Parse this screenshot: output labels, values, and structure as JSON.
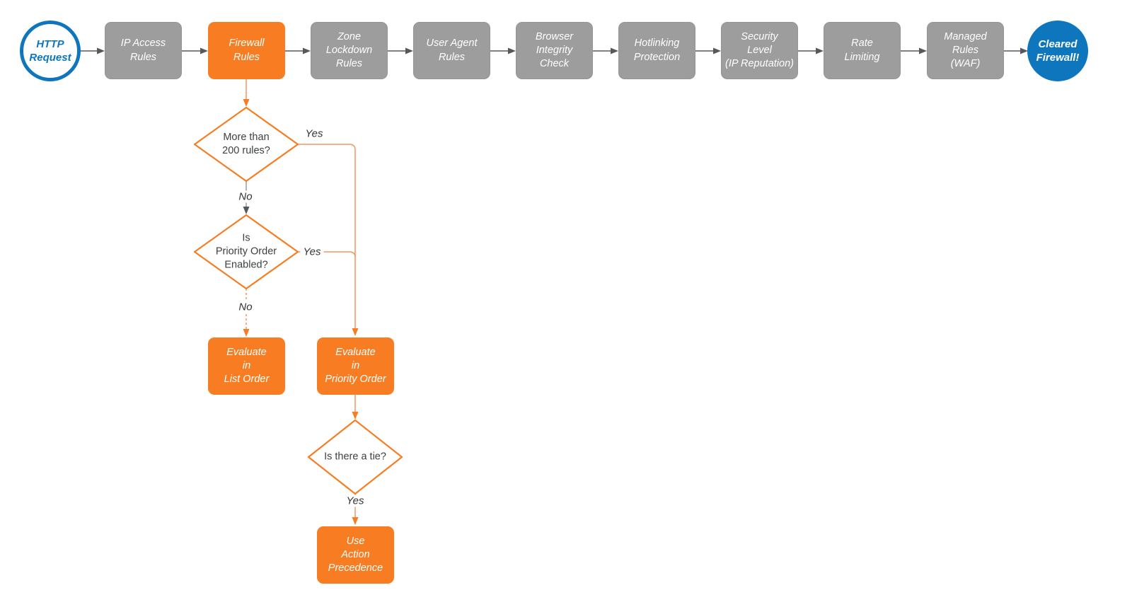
{
  "colors": {
    "accent_orange": "#f87d22",
    "connector_orange": "#f69465",
    "node_gray": "#9d9d9d",
    "brand_blue": "#0e76bd",
    "arrow_gray": "#56585b",
    "text_dark": "#3c4043"
  },
  "pipeline": {
    "start": {
      "label": "HTTP\nRequest"
    },
    "stages": [
      {
        "label": "IP Access\nRules"
      },
      {
        "label": "Firewall\nRules"
      },
      {
        "label": "Zone\nLockdown\nRules"
      },
      {
        "label": "User Agent\nRules"
      },
      {
        "label": "Browser\nIntegrity\nCheck"
      },
      {
        "label": "Hotlinking\nProtection"
      },
      {
        "label": "Security\nLevel\n(IP Reputation)"
      },
      {
        "label": "Rate\nLimiting"
      },
      {
        "label": "Managed\nRules\n(WAF)"
      }
    ],
    "end": {
      "label": "Cleared\nFirewall!"
    }
  },
  "branch": {
    "decisions": [
      {
        "label": "More than\n200 rules?"
      },
      {
        "label": "Is\nPriority Order\nEnabled?"
      },
      {
        "label": "Is there a tie?"
      }
    ],
    "actions": [
      {
        "label": "Evaluate\nin\nList Order"
      },
      {
        "label": "Evaluate\nin\nPriority Order"
      },
      {
        "label": "Use\nAction\nPrecedence"
      }
    ],
    "edges": {
      "yes1": "Yes",
      "no1": "No",
      "yes2": "Yes",
      "no2": "No",
      "yes3": "Yes"
    }
  }
}
